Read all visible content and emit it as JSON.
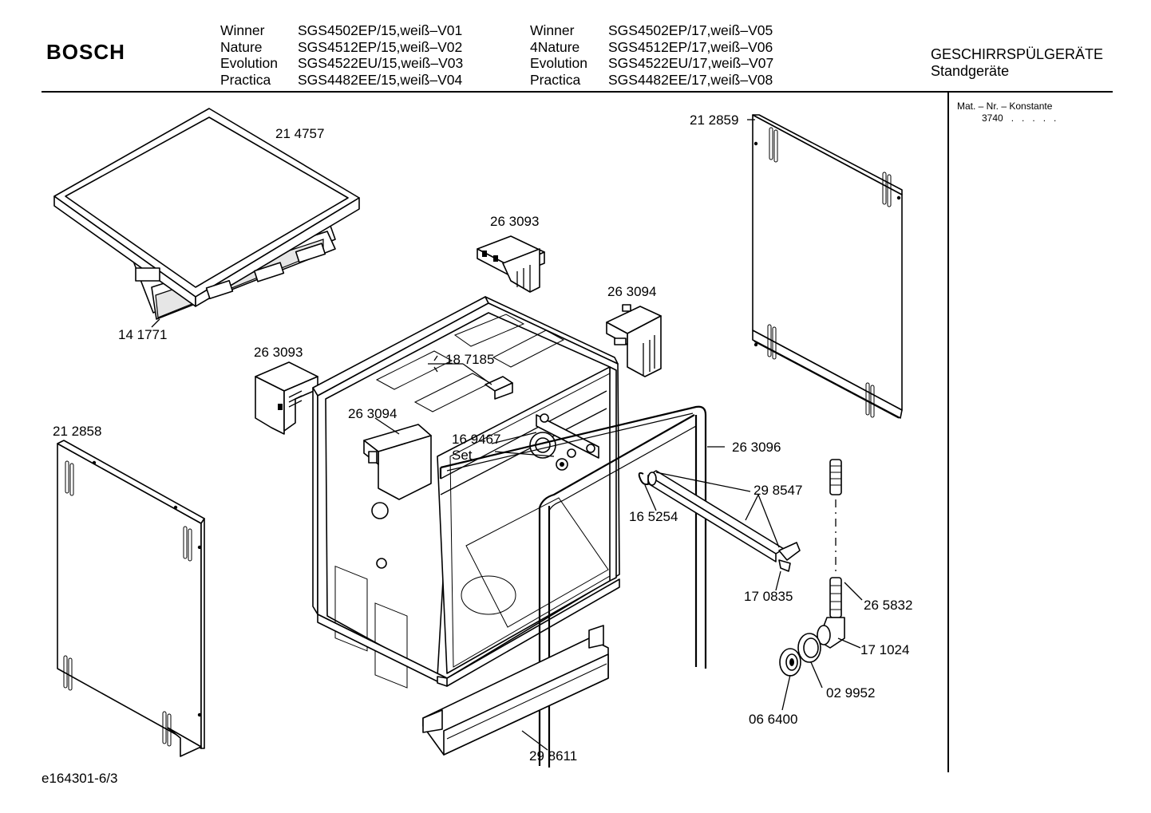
{
  "header": {
    "brand": "BOSCH",
    "models_left": [
      {
        "name": "Winner",
        "code": "SGS4502EP/15,weiß–V01"
      },
      {
        "name": "Nature",
        "code": "SGS4512EP/15,weiß–V02"
      },
      {
        "name": "Evolution",
        "code": "SGS4522EU/15,weiß–V03"
      },
      {
        "name": "Practica",
        "code": "SGS4482EE/15,weiß–V04"
      }
    ],
    "models_right": [
      {
        "name": "Winner",
        "code": "SGS4502EP/17,weiß–V05"
      },
      {
        "name": "4Nature",
        "code": "SGS4512EP/17,weiß–V06"
      },
      {
        "name": "Evolution",
        "code": "SGS4522EU/17,weiß–V07"
      },
      {
        "name": "Practica",
        "code": "SGS4482EE/17,weiß–V08"
      }
    ],
    "category": "GESCHIRRSPÜLGERÄTE",
    "subcategory": "Standgeräte"
  },
  "sidebar": {
    "title": "Mat. – Nr. – Konstante",
    "value": "3740   .   .   .   .   ."
  },
  "parts": {
    "top_cover": "21 4757",
    "top_frame": "14 1771",
    "side_panel_right": "21 2859",
    "side_panel_left": "21 2858",
    "bracket_top": "26 3093",
    "bracket_right": "26 3094",
    "bracket_left": "26 3093",
    "bracket_inner": "26 3094",
    "clip": "18 7185",
    "set_part": "16 9467",
    "set_label": "Set",
    "door_seal": "26 3096",
    "rail_pair": "29 8547",
    "clip_ring": "16 5254",
    "rail_end": "17 0835",
    "hose": "26 5832",
    "elbow": "17 1024",
    "seal_ring": "02 9952",
    "nut": "06 6400",
    "base_strip": "29 8611"
  },
  "footer": {
    "doc_id": "e164301-6/3"
  }
}
